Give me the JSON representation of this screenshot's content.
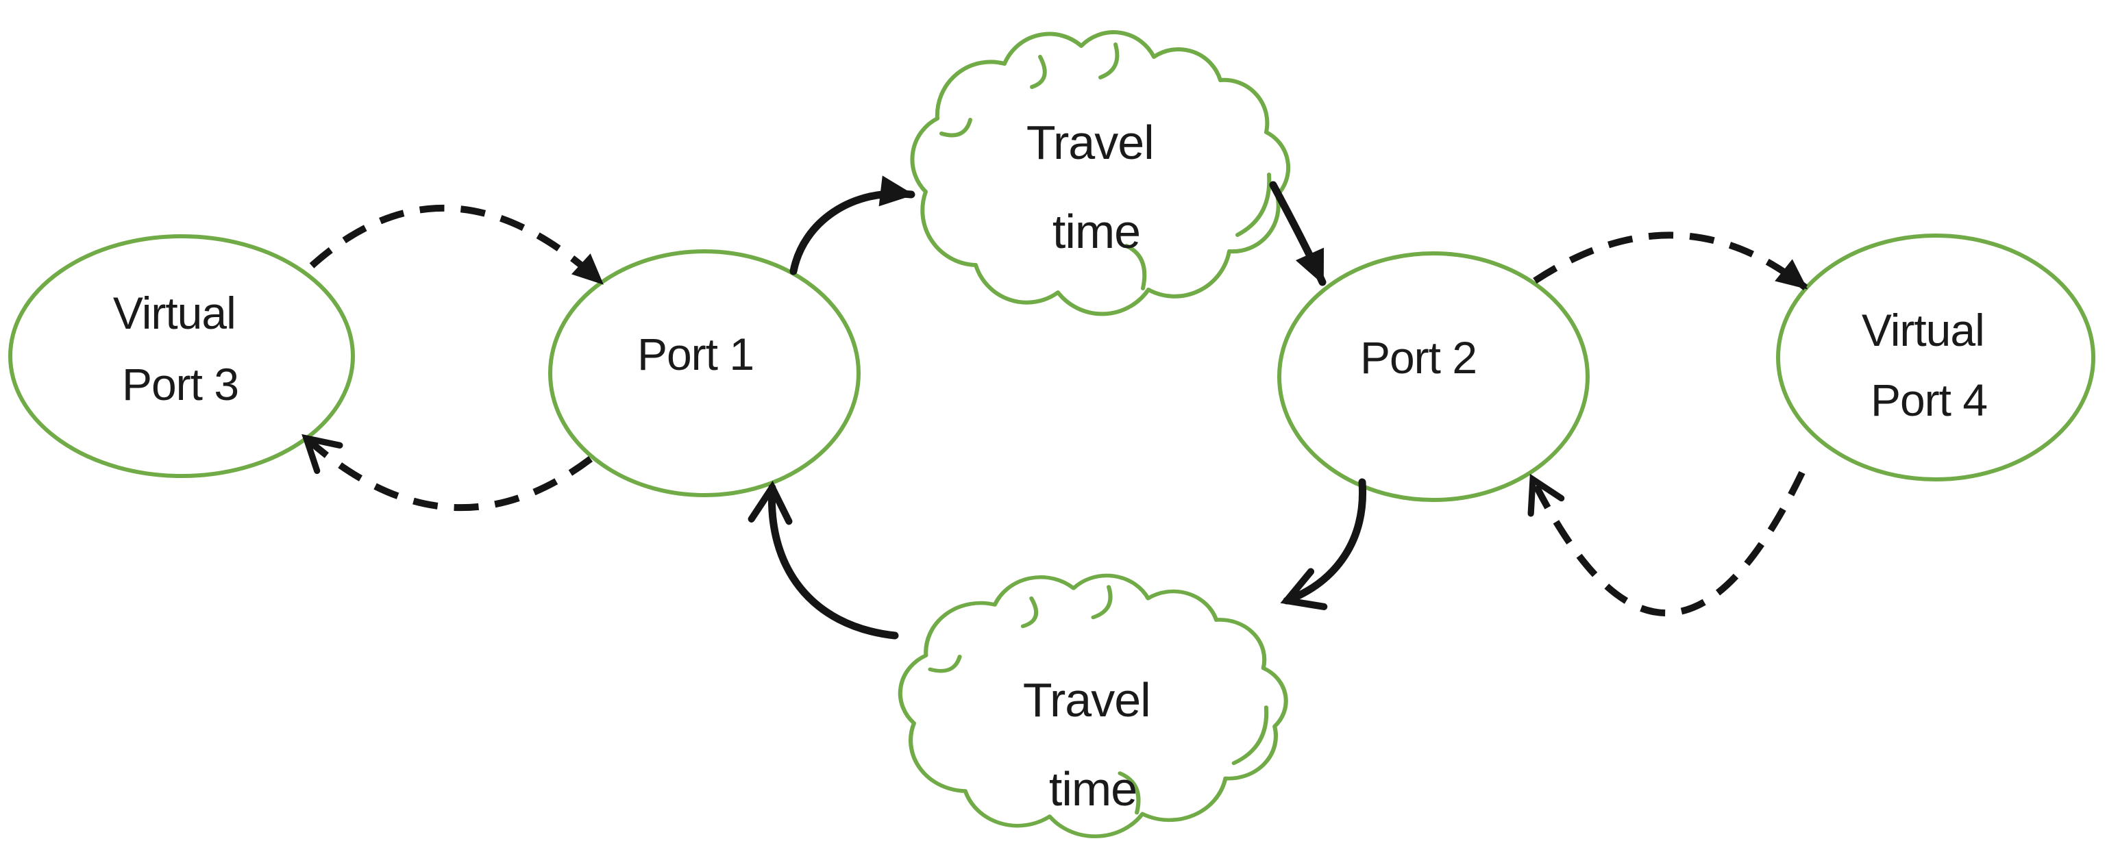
{
  "diagram": {
    "nodes": {
      "vp3": {
        "id": "virtual-port-3",
        "shape": "ellipse",
        "line1": "Virtual",
        "line2": "Port 3"
      },
      "p1": {
        "id": "port-1",
        "shape": "ellipse",
        "line1": "Port 1"
      },
      "p2": {
        "id": "port-2",
        "shape": "ellipse",
        "line1": "Port 2"
      },
      "vp4": {
        "id": "virtual-port-4",
        "shape": "ellipse",
        "line1": "Virtual",
        "line2": "Port 4"
      },
      "cloudTop": {
        "id": "travel-time-top",
        "shape": "cloud",
        "line1": "Travel",
        "line2": "time"
      },
      "cloudBottom": {
        "id": "travel-time-bottom",
        "shape": "cloud",
        "line1": "Travel",
        "line2": "time"
      }
    },
    "edges": [
      {
        "from": "virtual-port-3",
        "to": "port-1",
        "style": "dashed",
        "head": "filled-triangle"
      },
      {
        "from": "port-1",
        "to": "virtual-port-3",
        "style": "dashed",
        "head": "open-chevron"
      },
      {
        "from": "port-1",
        "to": "travel-time-top",
        "style": "solid",
        "head": "filled-triangle"
      },
      {
        "from": "travel-time-top",
        "to": "port-2",
        "style": "solid",
        "head": "filled-triangle"
      },
      {
        "from": "port-2",
        "to": "travel-time-bottom",
        "style": "solid",
        "head": "open-chevron"
      },
      {
        "from": "travel-time-bottom",
        "to": "port-1",
        "style": "solid",
        "head": "open-chevron"
      },
      {
        "from": "port-2",
        "to": "virtual-port-4",
        "style": "dashed",
        "head": "filled-triangle"
      },
      {
        "from": "virtual-port-4",
        "to": "port-2",
        "style": "dashed",
        "head": "open-chevron"
      }
    ],
    "colors": {
      "node_stroke": "#71ab47",
      "arrow_color": "#151515",
      "label_color": "#1a1a1a",
      "background": "#ffffff"
    }
  }
}
